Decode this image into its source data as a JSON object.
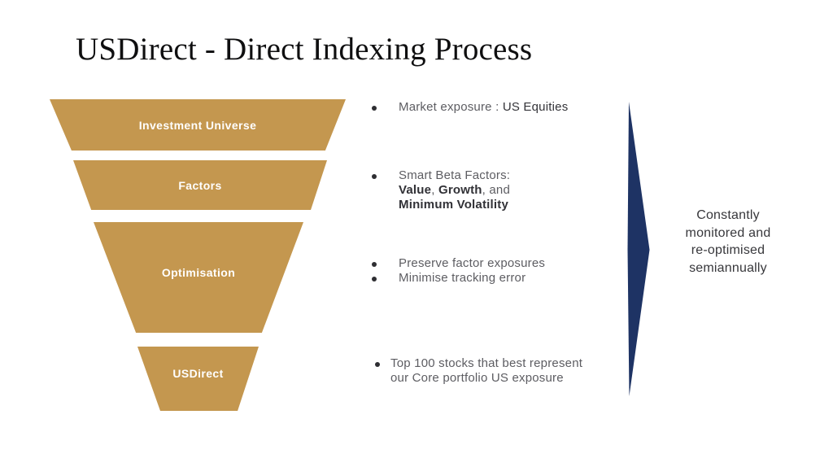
{
  "slide": {
    "title": "USDirect - Direct Indexing Process"
  },
  "colors": {
    "funnel_gold": "#c4974f",
    "arrow_navy": "#1e3364",
    "text_gray": "#5d5d62",
    "text_dark": "#343439",
    "label_white": "#ffffff"
  },
  "funnel": {
    "stages": [
      {
        "label": "Investment Universe"
      },
      {
        "label": "Factors"
      },
      {
        "label": "Optimisation"
      },
      {
        "label": "USDirect"
      }
    ]
  },
  "notes": {
    "market": {
      "prefix": "Market exposure : ",
      "emphasis": "US Equities"
    },
    "smart_beta": {
      "intro": "Smart Beta Factors:",
      "bold1": "Value",
      "sep1": ", ",
      "bold2": "Growth",
      "sep2": ", and",
      "bold3": "Minimum Volatility"
    },
    "optimisation": {
      "item1": "Preserve factor exposures",
      "item2": "Minimise tracking error"
    },
    "usdirect": {
      "line1": "Top 100 stocks that best represent",
      "line2": "our Core portfolio US exposure"
    }
  },
  "right_note": {
    "lines": [
      "Constantly",
      "monitored and",
      "re-optimised",
      "semiannually"
    ]
  }
}
